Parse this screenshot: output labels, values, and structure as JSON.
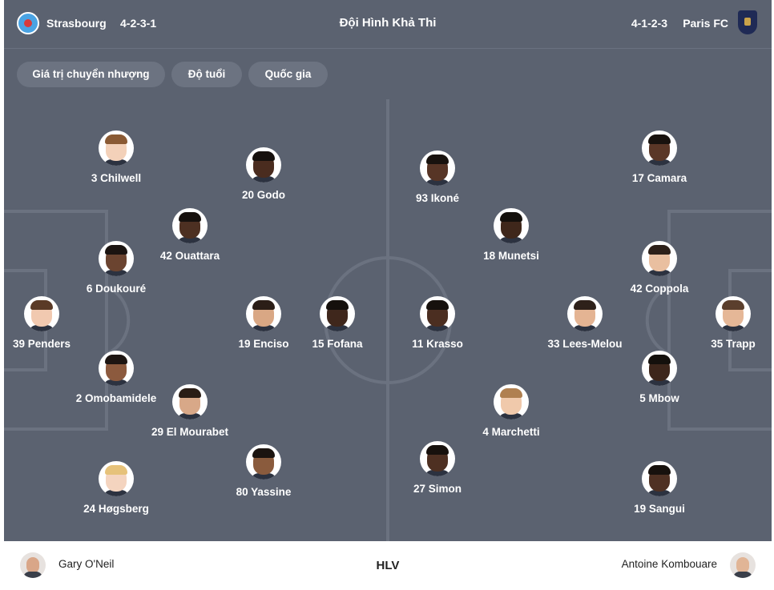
{
  "header": {
    "home_team": "Strasbourg",
    "home_formation": "4-2-3-1",
    "title": "Đội Hình Khả Thi",
    "away_formation": "4-1-2-3",
    "away_team": "Paris FC"
  },
  "filters": [
    "Giá trị chuyển nhượng",
    "Độ tuổi",
    "Quốc gia"
  ],
  "colors": {
    "header_bg": "#5b6270",
    "pill_bg": "#6c7381",
    "pitch_bg": "#5b6270",
    "pitch_lines": "#6b7280"
  },
  "home_players": [
    {
      "name": "39 Penders",
      "skin": "#f1c9b0",
      "hair": "#5a3a26"
    },
    {
      "name": "3 Chilwell",
      "skin": "#f3d1b9",
      "hair": "#8a5a34"
    },
    {
      "name": "6 Doukouré",
      "skin": "#6b4430",
      "hair": "#1b1411"
    },
    {
      "name": "2 Omobamidele",
      "skin": "#8c5a3e",
      "hair": "#1d1512"
    },
    {
      "name": "24 Høgsberg",
      "skin": "#f4d4bf",
      "hair": "#e6c27a"
    },
    {
      "name": "42 Ouattara",
      "skin": "#4d3022",
      "hair": "#17110e"
    },
    {
      "name": "29 El Mourabet",
      "skin": "#d8a888",
      "hair": "#2a1d15"
    },
    {
      "name": "20 Godo",
      "skin": "#4a2c1f",
      "hair": "#16100d"
    },
    {
      "name": "19 Enciso",
      "skin": "#d9a784",
      "hair": "#2b1e17"
    },
    {
      "name": "80 Yassine",
      "skin": "#8a5b3d",
      "hair": "#1b1410"
    },
    {
      "name": "15 Fofana",
      "skin": "#3f271c",
      "hair": "#15100c"
    }
  ],
  "away_players": [
    {
      "name": "93 Ikoné",
      "skin": "#573526",
      "hair": "#18120e"
    },
    {
      "name": "11 Krasso",
      "skin": "#4b2e21",
      "hair": "#16110d"
    },
    {
      "name": "27 Simon",
      "skin": "#4e3022",
      "hair": "#17110d"
    },
    {
      "name": "18 Munetsi",
      "skin": "#3f271b",
      "hair": "#14100c"
    },
    {
      "name": "4 Marchetti",
      "skin": "#f0c9ab",
      "hair": "#b08050"
    },
    {
      "name": "33 Lees-Melou",
      "skin": "#e4b493",
      "hair": "#2e211a"
    },
    {
      "name": "17 Camara",
      "skin": "#5a3727",
      "hair": "#18120e"
    },
    {
      "name": "42 Coppola",
      "skin": "#e9bfa0",
      "hair": "#2d2019"
    },
    {
      "name": "5 Mbow",
      "skin": "#3d261b",
      "hair": "#14100c"
    },
    {
      "name": "19 Sangui",
      "skin": "#4f3123",
      "hair": "#17110d"
    },
    {
      "name": "35 Trapp",
      "skin": "#e5b797",
      "hair": "#5b3f2d"
    }
  ],
  "footer": {
    "home_coach": "Gary O'Neil",
    "label": "HLV",
    "away_coach": "Antoine Kombouare"
  }
}
